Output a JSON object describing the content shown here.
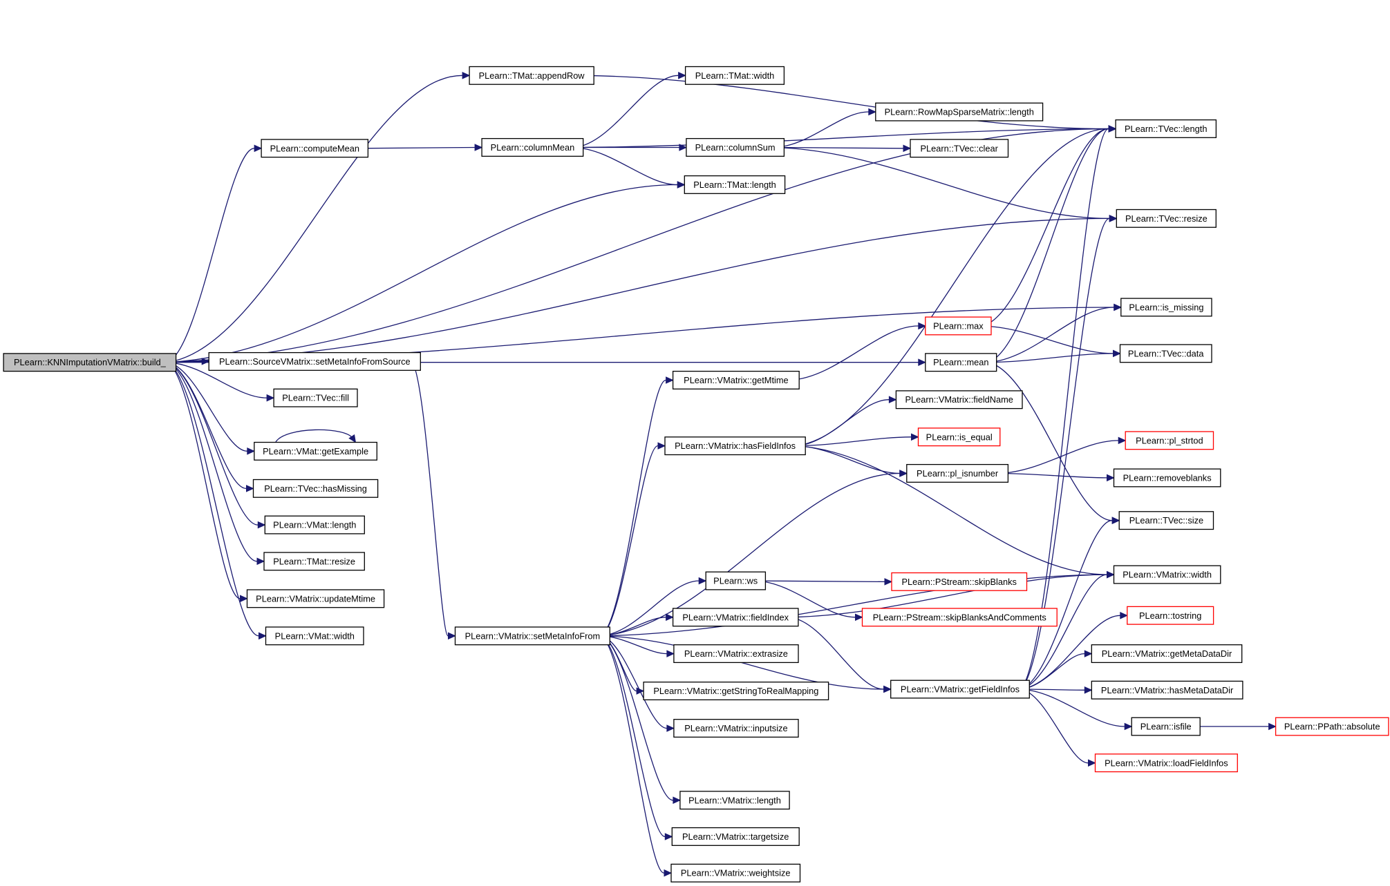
{
  "root": "PLearn::KNNImputationVMatrix::build_",
  "colors": {
    "edge": "#191970",
    "box_border": "#000000",
    "box_border_truncated": "#ff0000",
    "root_fill": "#bfbfbf",
    "box_fill": "#ffffff"
  },
  "nodes": [
    {
      "id": "root",
      "label": "PLearn::KNNImputationVMatrix::build_",
      "kind": "root"
    },
    {
      "id": "appendRow",
      "label": "PLearn::TMat::appendRow",
      "kind": "normal"
    },
    {
      "id": "computeMean",
      "label": "PLearn::computeMean",
      "kind": "normal"
    },
    {
      "id": "setMetaInfoFromSource",
      "label": "PLearn::SourceVMatrix::setMetaInfoFromSource",
      "kind": "normal"
    },
    {
      "id": "tvecFill",
      "label": "PLearn::TVec::fill",
      "kind": "normal"
    },
    {
      "id": "getExample",
      "label": "PLearn::VMat::getExample",
      "kind": "normal"
    },
    {
      "id": "hasMissing",
      "label": "PLearn::TVec::hasMissing",
      "kind": "normal"
    },
    {
      "id": "vmatLength",
      "label": "PLearn::VMat::length",
      "kind": "normal"
    },
    {
      "id": "tmatResize",
      "label": "PLearn::TMat::resize",
      "kind": "normal"
    },
    {
      "id": "updateMtime",
      "label": "PLearn::VMatrix::updateMtime",
      "kind": "normal"
    },
    {
      "id": "vmatWidth",
      "label": "PLearn::VMat::width",
      "kind": "normal"
    },
    {
      "id": "tmatWidth",
      "label": "PLearn::TMat::width",
      "kind": "normal"
    },
    {
      "id": "columnMean",
      "label": "PLearn::columnMean",
      "kind": "normal"
    },
    {
      "id": "columnSum",
      "label": "PLearn::columnSum",
      "kind": "normal"
    },
    {
      "id": "tmatLength",
      "label": "PLearn::TMat::length",
      "kind": "normal"
    },
    {
      "id": "rowMapLength",
      "label": "PLearn::RowMapSparseMatrix::length",
      "kind": "normal"
    },
    {
      "id": "tvecClear",
      "label": "PLearn::TVec::clear",
      "kind": "normal"
    },
    {
      "id": "tvecLength",
      "label": "PLearn::TVec::length",
      "kind": "normal"
    },
    {
      "id": "tvecResize",
      "label": "PLearn::TVec::resize",
      "kind": "normal"
    },
    {
      "id": "isMissing",
      "label": "PLearn::is_missing",
      "kind": "normal"
    },
    {
      "id": "max",
      "label": "PLearn::max",
      "kind": "truncated"
    },
    {
      "id": "mean",
      "label": "PLearn::mean",
      "kind": "normal"
    },
    {
      "id": "tvecData",
      "label": "PLearn::TVec::data",
      "kind": "normal"
    },
    {
      "id": "getMtime",
      "label": "PLearn::VMatrix::getMtime",
      "kind": "normal"
    },
    {
      "id": "fieldName",
      "label": "PLearn::VMatrix::fieldName",
      "kind": "normal"
    },
    {
      "id": "hasFieldInfos",
      "label": "PLearn::VMatrix::hasFieldInfos",
      "kind": "normal"
    },
    {
      "id": "isEqual",
      "label": "PLearn::is_equal",
      "kind": "truncated"
    },
    {
      "id": "plStrtod",
      "label": "PLearn::pl_strtod",
      "kind": "truncated"
    },
    {
      "id": "plIsnumber",
      "label": "PLearn::pl_isnumber",
      "kind": "normal"
    },
    {
      "id": "removeblanks",
      "label": "PLearn::removeblanks",
      "kind": "normal"
    },
    {
      "id": "tvecSize",
      "label": "PLearn::TVec::size",
      "kind": "normal"
    },
    {
      "id": "vmWidth",
      "label": "PLearn::VMatrix::width",
      "kind": "normal"
    },
    {
      "id": "ws",
      "label": "PLearn::ws",
      "kind": "normal"
    },
    {
      "id": "skipBlanks",
      "label": "PLearn::PStream::skipBlanks",
      "kind": "truncated"
    },
    {
      "id": "skipBlanksAndComments",
      "label": "PLearn::PStream::skipBlanksAndComments",
      "kind": "truncated"
    },
    {
      "id": "fieldIndex",
      "label": "PLearn::VMatrix::fieldIndex",
      "kind": "normal"
    },
    {
      "id": "tostring",
      "label": "PLearn::tostring",
      "kind": "truncated"
    },
    {
      "id": "setMetaInfoFrom",
      "label": "PLearn::VMatrix::setMetaInfoFrom",
      "kind": "normal"
    },
    {
      "id": "extrasize",
      "label": "PLearn::VMatrix::extrasize",
      "kind": "normal"
    },
    {
      "id": "getMetaDataDir",
      "label": "PLearn::VMatrix::getMetaDataDir",
      "kind": "normal"
    },
    {
      "id": "getStringToRealMapping",
      "label": "PLearn::VMatrix::getStringToRealMapping",
      "kind": "normal"
    },
    {
      "id": "getFieldInfos",
      "label": "PLearn::VMatrix::getFieldInfos",
      "kind": "normal"
    },
    {
      "id": "hasMetaDataDir",
      "label": "PLearn::VMatrix::hasMetaDataDir",
      "kind": "normal"
    },
    {
      "id": "inputsize",
      "label": "PLearn::VMatrix::inputsize",
      "kind": "normal"
    },
    {
      "id": "isfile",
      "label": "PLearn::isfile",
      "kind": "normal"
    },
    {
      "id": "absolute",
      "label": "PLearn::PPath::absolute",
      "kind": "truncated"
    },
    {
      "id": "loadFieldInfos",
      "label": "PLearn::VMatrix::loadFieldInfos",
      "kind": "truncated"
    },
    {
      "id": "vmLength",
      "label": "PLearn::VMatrix::length",
      "kind": "normal"
    },
    {
      "id": "targetsize",
      "label": "PLearn::VMatrix::targetsize",
      "kind": "normal"
    },
    {
      "id": "weightsize",
      "label": "PLearn::VMatrix::weightsize",
      "kind": "normal"
    }
  ],
  "edges": [
    [
      "root",
      "tvecLength"
    ],
    [
      "root",
      "appendRow"
    ],
    [
      "root",
      "computeMean"
    ],
    [
      "root",
      "tmatLength"
    ],
    [
      "root",
      "tvecResize"
    ],
    [
      "root",
      "isMissing"
    ],
    [
      "root",
      "mean"
    ],
    [
      "root",
      "setMetaInfoFromSource"
    ],
    [
      "root",
      "tvecFill"
    ],
    [
      "root",
      "getExample"
    ],
    [
      "root",
      "hasMissing"
    ],
    [
      "root",
      "vmatLength"
    ],
    [
      "root",
      "tmatResize"
    ],
    [
      "root",
      "updateMtime"
    ],
    [
      "root",
      "vmatWidth"
    ],
    [
      "appendRow",
      "tvecLength"
    ],
    [
      "computeMean",
      "columnMean"
    ],
    [
      "columnMean",
      "tmatWidth"
    ],
    [
      "columnMean",
      "tvecLength"
    ],
    [
      "columnMean",
      "columnSum"
    ],
    [
      "columnMean",
      "tmatLength"
    ],
    [
      "columnSum",
      "rowMapLength"
    ],
    [
      "columnSum",
      "tvecClear"
    ],
    [
      "columnSum",
      "tvecResize"
    ],
    [
      "getExample",
      "getExample"
    ],
    [
      "setMetaInfoFromSource",
      "setMetaInfoFrom"
    ],
    [
      "setMetaInfoFrom",
      "getMtime"
    ],
    [
      "setMetaInfoFrom",
      "hasFieldInfos"
    ],
    [
      "setMetaInfoFrom",
      "plIsnumber"
    ],
    [
      "setMetaInfoFrom",
      "vmWidth"
    ],
    [
      "setMetaInfoFrom",
      "ws"
    ],
    [
      "setMetaInfoFrom",
      "fieldIndex"
    ],
    [
      "setMetaInfoFrom",
      "extrasize"
    ],
    [
      "setMetaInfoFrom",
      "getStringToRealMapping"
    ],
    [
      "setMetaInfoFrom",
      "inputsize"
    ],
    [
      "setMetaInfoFrom",
      "getFieldInfos"
    ],
    [
      "setMetaInfoFrom",
      "vmLength"
    ],
    [
      "setMetaInfoFrom",
      "targetsize"
    ],
    [
      "setMetaInfoFrom",
      "weightsize"
    ],
    [
      "getMtime",
      "max"
    ],
    [
      "max",
      "tvecLength"
    ],
    [
      "max",
      "tvecData"
    ],
    [
      "mean",
      "tvecLength"
    ],
    [
      "mean",
      "isMissing"
    ],
    [
      "mean",
      "tvecData"
    ],
    [
      "mean",
      "tvecSize"
    ],
    [
      "hasFieldInfos",
      "tvecLength"
    ],
    [
      "hasFieldInfos",
      "fieldName"
    ],
    [
      "hasFieldInfos",
      "isEqual"
    ],
    [
      "hasFieldInfos",
      "plIsnumber"
    ],
    [
      "hasFieldInfos",
      "vmWidth"
    ],
    [
      "plIsnumber",
      "plStrtod"
    ],
    [
      "plIsnumber",
      "removeblanks"
    ],
    [
      "ws",
      "skipBlanks"
    ],
    [
      "ws",
      "skipBlanksAndComments"
    ],
    [
      "fieldIndex",
      "vmWidth"
    ],
    [
      "fieldIndex",
      "getFieldInfos"
    ],
    [
      "getFieldInfos",
      "tvecLength"
    ],
    [
      "getFieldInfos",
      "tvecResize"
    ],
    [
      "getFieldInfos",
      "tvecSize"
    ],
    [
      "getFieldInfos",
      "vmWidth"
    ],
    [
      "getFieldInfos",
      "tostring"
    ],
    [
      "getFieldInfos",
      "getMetaDataDir"
    ],
    [
      "getFieldInfos",
      "hasMetaDataDir"
    ],
    [
      "getFieldInfos",
      "isfile"
    ],
    [
      "getFieldInfos",
      "loadFieldInfos"
    ],
    [
      "isfile",
      "absolute"
    ]
  ]
}
